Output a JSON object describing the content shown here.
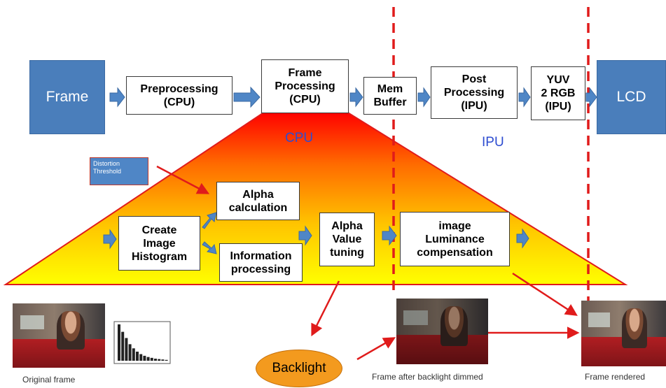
{
  "terminals": {
    "frame": "Frame",
    "lcd": "LCD"
  },
  "nodes": {
    "preprocessing": "Preprocessing\n(CPU)",
    "frame_processing": "Frame\nProcessing\n(CPU)",
    "mem_buffer": "Mem\nBuffer",
    "post_processing": "Post\nProcessing\n(IPU)",
    "yuv2rgb": "YUV\n2 RGB\n(IPU)",
    "alpha_calc": "Alpha\ncalculation",
    "create_histogram": "Create\nImage\nHistogram",
    "info_processing": "Information\nprocessing",
    "alpha_tuning": "Alpha\nValue\ntuning",
    "luminance_comp": "image\nLuminance\ncompensation"
  },
  "region_labels": {
    "cpu": "CPU",
    "ipu": "IPU"
  },
  "distortion_threshold": "Distortion\nThreshold",
  "backlight": "Backlight",
  "captions": {
    "original": "Original frame",
    "dimmed": "Frame after backlight dimmed",
    "rendered": "Frame rendered"
  },
  "histogram_values": [
    88,
    70,
    55,
    40,
    30,
    22,
    16,
    12,
    9,
    7,
    5,
    4,
    3,
    2
  ],
  "colors": {
    "box_blue": "#4a7ebb",
    "arrow_blue": "#4f86c6",
    "red": "#e01b1b",
    "gradient_top": "#ff0000",
    "gradient_bottom": "#ffff00",
    "label_blue": "#2d4cd0",
    "backlight_orange": "#f39a1e"
  }
}
